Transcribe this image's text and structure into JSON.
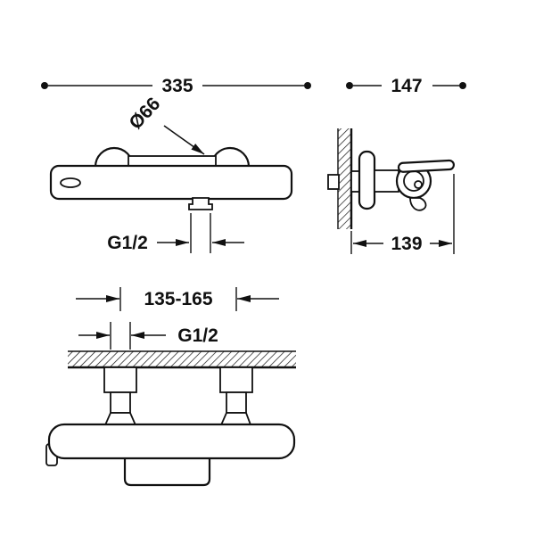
{
  "drawing": {
    "colors": {
      "line": "#111111",
      "background": "#ffffff"
    },
    "dimensions": {
      "front_width": "335",
      "knob_diameter": "Ø66",
      "side_width": "147",
      "outlet_thread": "G1/2",
      "wall_depth": "139",
      "inlet_spacing": "135-165",
      "inlet_thread": "G1/2"
    }
  }
}
